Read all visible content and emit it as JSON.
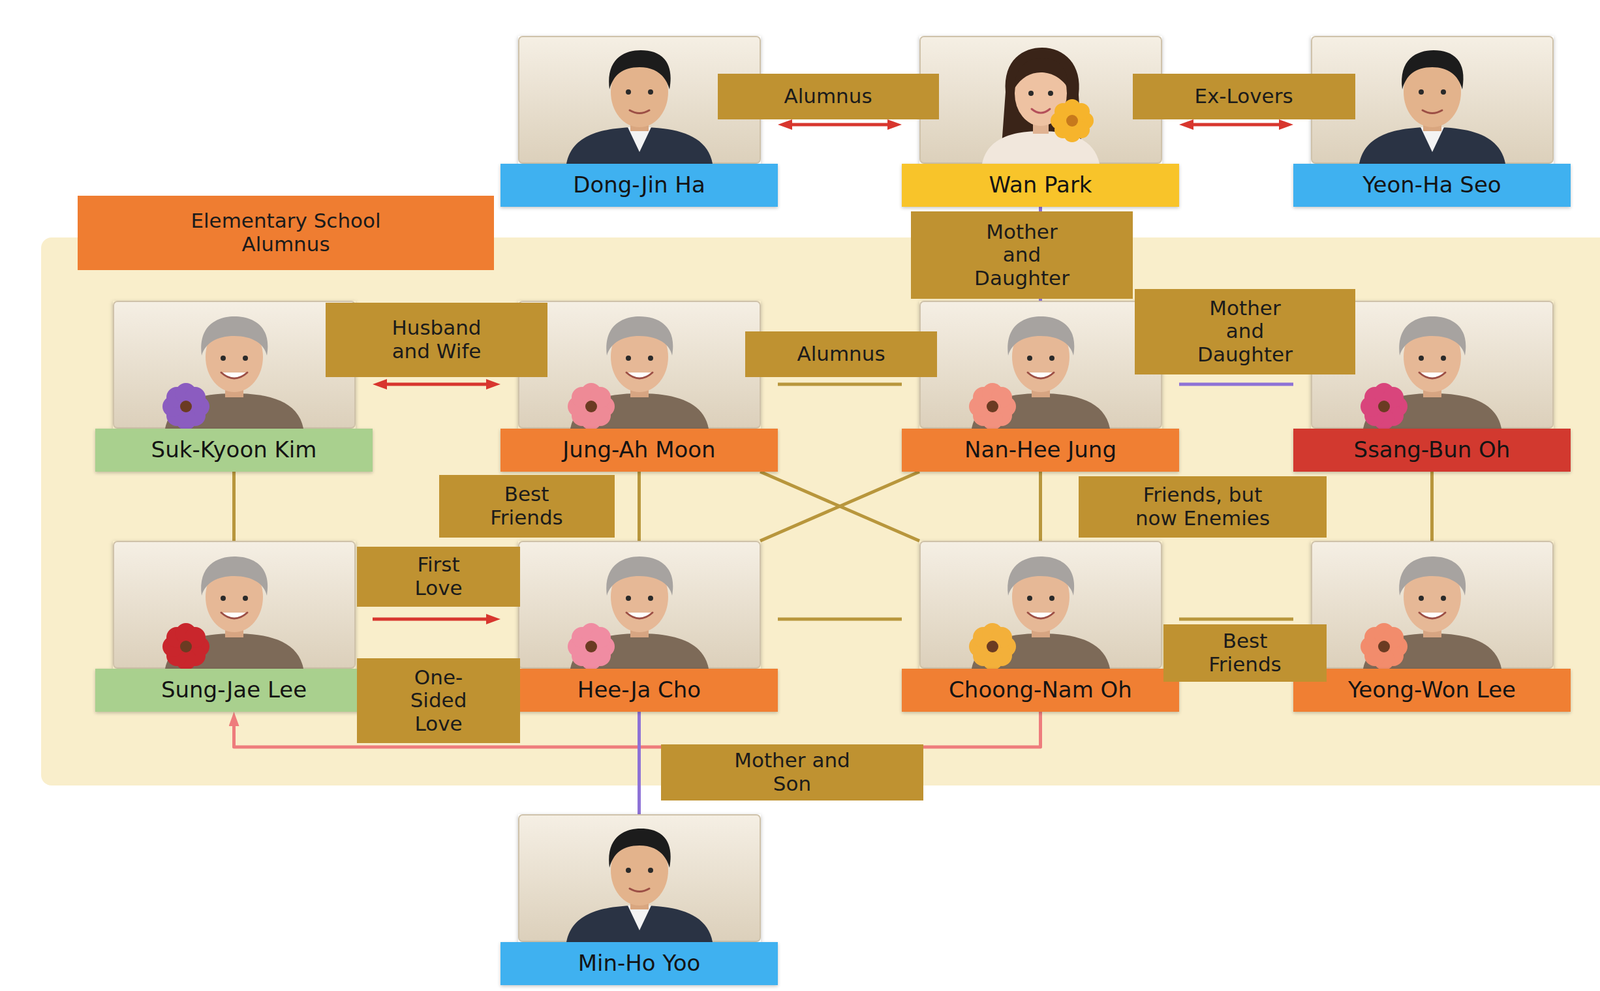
{
  "diagram": {
    "nodes": [
      {
        "text": [
          "Dong-Jin Ha"
        ]
      },
      {
        "text": [
          "Wan Park"
        ]
      },
      {
        "text": [
          "Yeon-Ha Seo"
        ]
      },
      {
        "text": [
          "Elementary School Alumnus"
        ]
      },
      {
        "text": [
          "Suk-Kyoon Kim"
        ],
        "in": 3
      },
      {
        "text": [
          "Jung-Ah Moon"
        ],
        "in": 3
      },
      {
        "text": [
          "Nan-Hee Jung"
        ],
        "in": 3
      },
      {
        "text": [
          "Ssang-Bun Oh"
        ],
        "in": 3
      },
      {
        "text": [
          "Sung-Jae Lee"
        ],
        "in": 3
      },
      {
        "text": [
          "Hee-Ja Cho"
        ],
        "in": 3
      },
      {
        "text": [
          "Choong-Nam Oh"
        ],
        "in": 3
      },
      {
        "text": [
          "Yeong-Won Lee"
        ],
        "in": 3
      },
      {
        "text": [
          "Min-Ho Yoo"
        ]
      }
    ],
    "edges": [
      {
        "from": 0,
        "to": 1,
        "label": "Alumnus",
        "arrow": "both"
      },
      {
        "from": 1,
        "to": 2,
        "label": "Ex-Lovers",
        "arrow": "both"
      },
      {
        "from": 1,
        "to": 6,
        "label": "Mother and Daughter",
        "arrow": "none"
      },
      {
        "from": 4,
        "to": 5,
        "label": "Husband and Wife",
        "arrow": "both"
      },
      {
        "from": 5,
        "to": 6,
        "label": "Alumnus",
        "arrow": "none"
      },
      {
        "from": 6,
        "to": 7,
        "label": "Mother and Daughter",
        "arrow": "none"
      },
      {
        "from": 4,
        "to": 8,
        "arrow": "none"
      },
      {
        "from": 5,
        "to": 9,
        "label": "Best Friends",
        "arrow": "none"
      },
      {
        "from": 5,
        "to": 10,
        "arrow": "none"
      },
      {
        "from": 6,
        "to": 9,
        "arrow": "none"
      },
      {
        "from": 6,
        "to": 10,
        "label": "Friends, but now Enemies",
        "arrow": "none"
      },
      {
        "from": 7,
        "to": 11,
        "arrow": "none"
      },
      {
        "from": 8,
        "to": 9,
        "label": "First Love",
        "arrow": "to"
      },
      {
        "from": 9,
        "to": 10,
        "arrow": "none"
      },
      {
        "from": 10,
        "to": 11,
        "label": "Best Friends",
        "arrow": "none"
      },
      {
        "from": 10,
        "to": 8,
        "label": "One-Sided Love",
        "arrow": "to"
      },
      {
        "from": 9,
        "to": 12,
        "label": "Mother and Son",
        "arrow": "none"
      }
    ]
  }
}
